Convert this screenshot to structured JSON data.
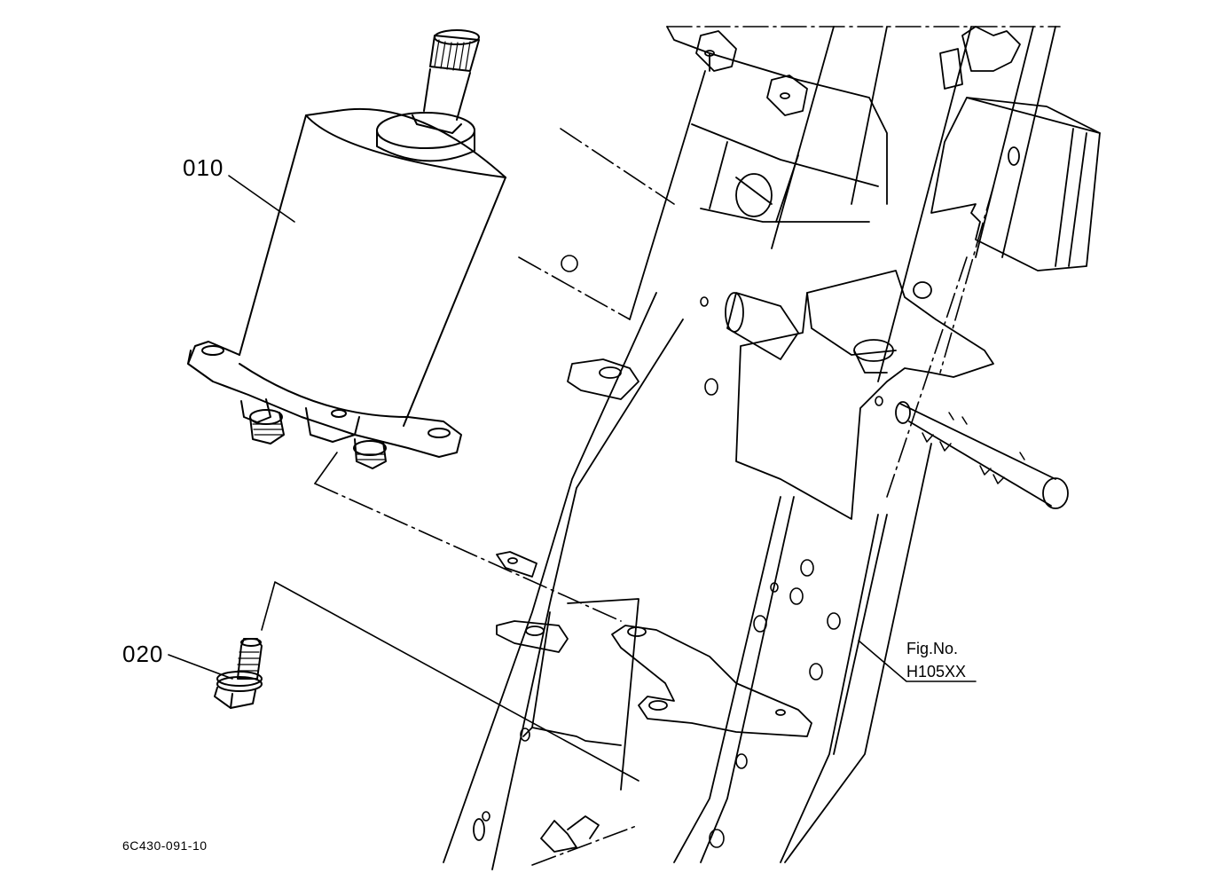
{
  "callouts": {
    "part_010": "010",
    "part_020": "020"
  },
  "figure": {
    "label": "Fig.No.",
    "number": "H105XX"
  },
  "drawing_code": "6C430-091-10",
  "colors": {
    "ink": "#000000",
    "paper": "#ffffff"
  }
}
